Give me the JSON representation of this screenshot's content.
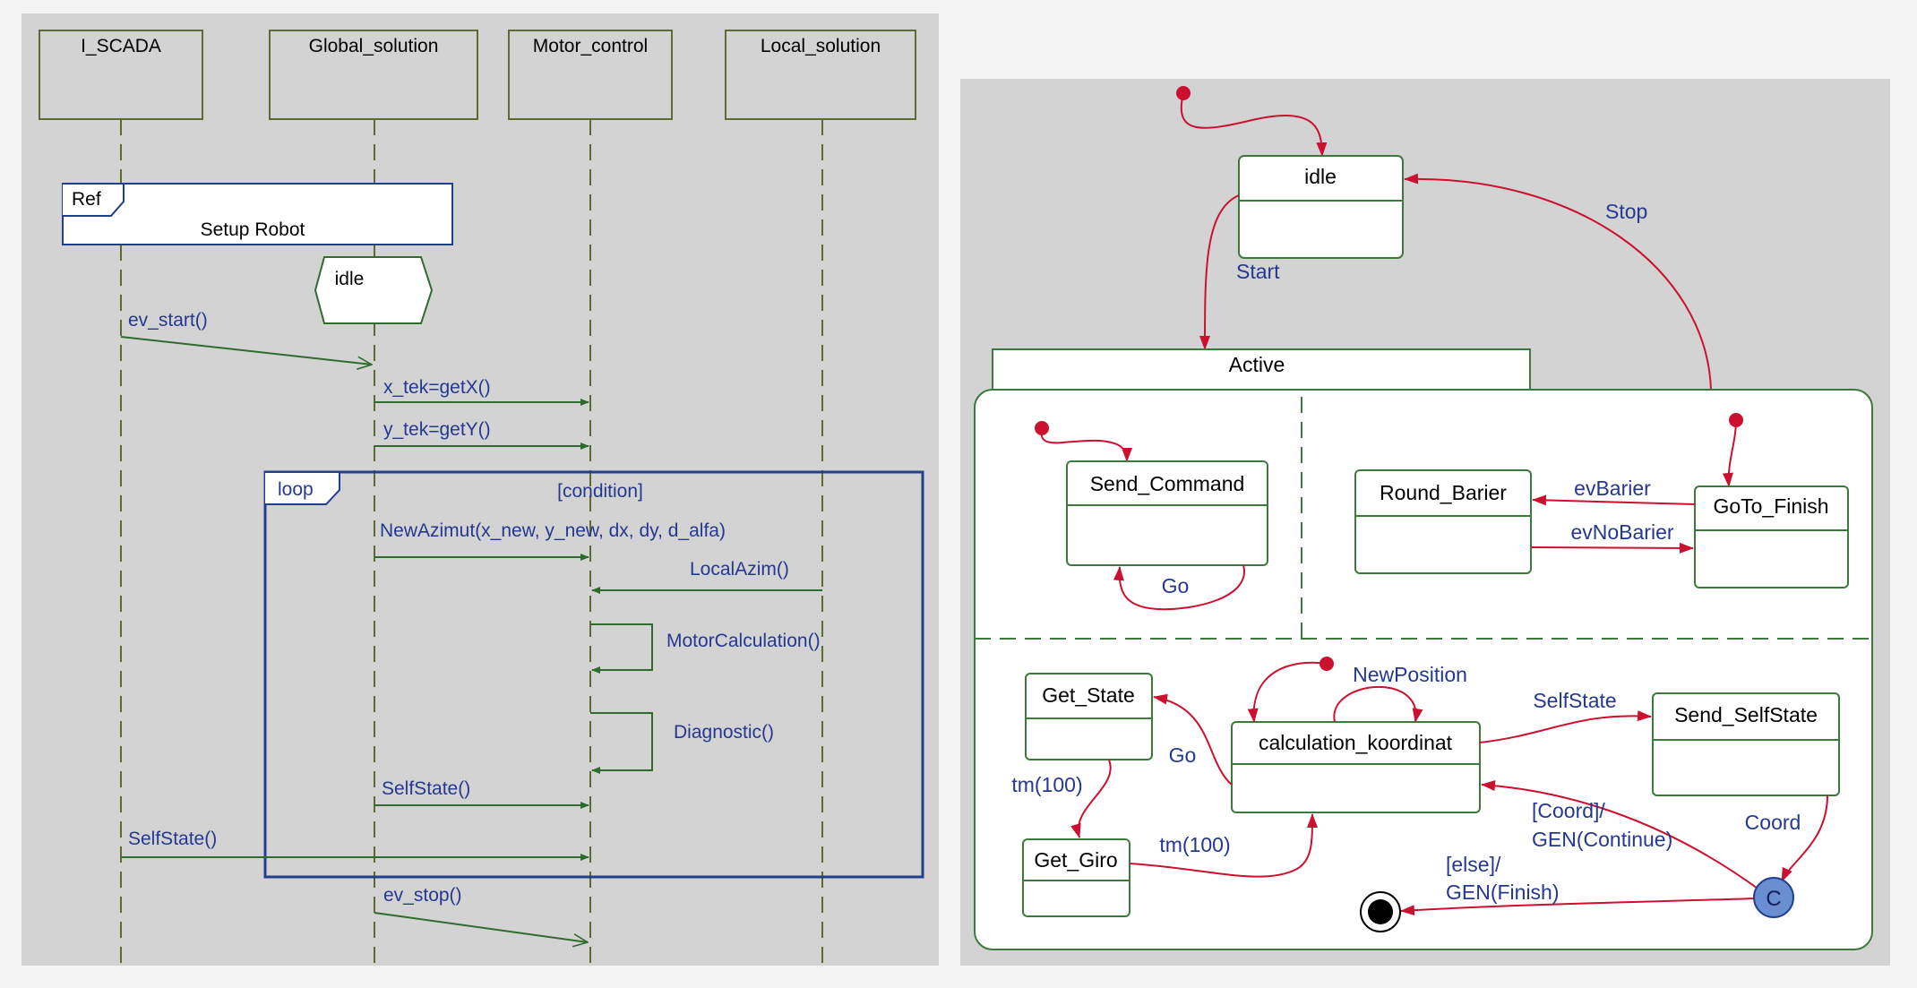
{
  "colors": {
    "panel_bg": "#d3d3d3",
    "page_bg": "#f4f4f4",
    "seq_message": "#2f6b2f",
    "seq_lifeline": "#5b6b33",
    "frame_blue": "#1f3f8f",
    "label_blue": "#25388f",
    "state_border": "#3a7a3a",
    "transition_red": "#cc1030",
    "connector_fill": "#6a8fd0"
  },
  "sequence": {
    "lifelines": [
      "I_SCADA",
      "Global_solution",
      "Motor_control",
      "Local_solution"
    ],
    "ref_frame": {
      "tag": "Ref",
      "label": "Setup Robot"
    },
    "state_hexagon": "idle",
    "loop_frame": {
      "tag": "loop",
      "guard": "[condition]"
    },
    "messages": {
      "ev_start": "ev_start()",
      "x_tek": "x_tek=getX()",
      "y_tek": "y_tek=getY()",
      "new_azimut": "NewAzimut(x_new, y_new, dx, dy, d_alfa)",
      "local_azim": "LocalAzim()",
      "motor_calc": "MotorCalculation()",
      "diagnostic": "Diagnostic()",
      "self_state_inner": "SelfState()",
      "self_state_outer": "SelfState()",
      "ev_stop": "ev_stop()"
    }
  },
  "statechart": {
    "idle": "idle",
    "active": "Active",
    "transitions": {
      "start": "Start",
      "stop": "Stop",
      "go_send": "Go",
      "ev_barier": "evBarier",
      "ev_no_barier": "evNoBarier",
      "new_position": "NewPosition",
      "self_state": "SelfState",
      "go_calc": "Go",
      "tm100_a": "tm(100)",
      "tm100_b": "tm(100)",
      "coord_guard": "[Coord]/",
      "gen_continue": "GEN(Continue)",
      "coord": "Coord",
      "else_guard": "[else]/",
      "gen_finish": "GEN(Finish)",
      "connector": "C"
    },
    "states": {
      "send_command": "Send_Command",
      "round_barier": "Round_Barier",
      "goto_finish": "GoTo_Finish",
      "get_state": "Get_State",
      "calc_koordinat": "calculation_koordinat",
      "send_selfstate": "Send_SelfState",
      "get_giro": "Get_Giro"
    }
  }
}
